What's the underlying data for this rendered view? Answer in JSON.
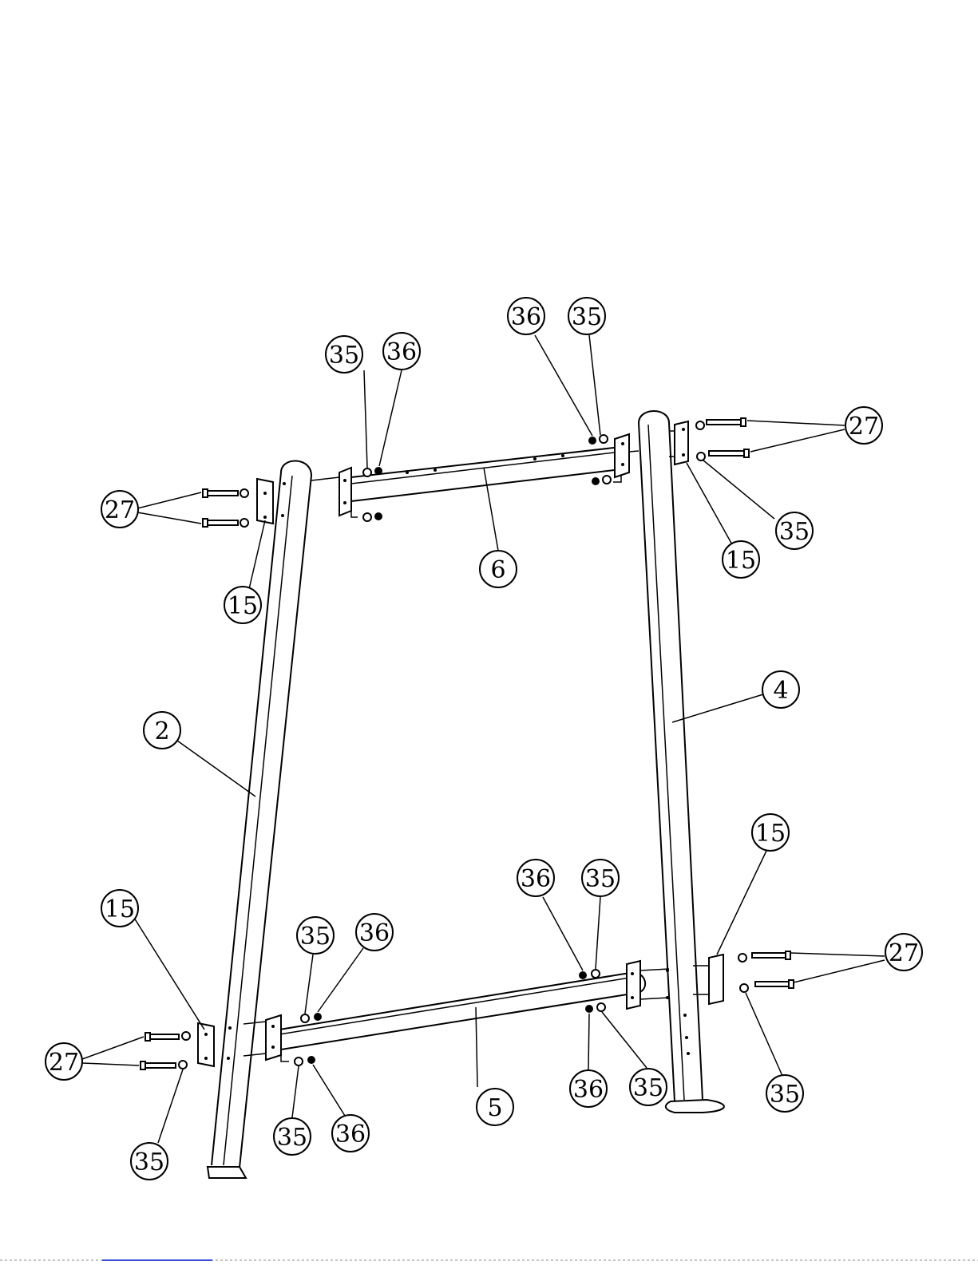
{
  "diagram": {
    "callouts": [
      {
        "id": "c-35-top-left",
        "label": "35"
      },
      {
        "id": "c-36-top-left",
        "label": "36"
      },
      {
        "id": "c-36-top-right",
        "label": "36"
      },
      {
        "id": "c-35-top-right",
        "label": "35"
      },
      {
        "id": "c-27-upper-left",
        "label": "27"
      },
      {
        "id": "c-27-upper-right",
        "label": "27"
      },
      {
        "id": "c-35-upper-right",
        "label": "35"
      },
      {
        "id": "c-15-upper-right",
        "label": "15"
      },
      {
        "id": "c-15-upper-left",
        "label": "15"
      },
      {
        "id": "c-6",
        "label": "6"
      },
      {
        "id": "c-4",
        "label": "4"
      },
      {
        "id": "c-2",
        "label": "2"
      },
      {
        "id": "c-15-lower-right",
        "label": "15"
      },
      {
        "id": "c-36-mid-right",
        "label": "36"
      },
      {
        "id": "c-35-mid-right",
        "label": "35"
      },
      {
        "id": "c-15-lower-left",
        "label": "15"
      },
      {
        "id": "c-35-lower-mid",
        "label": "35"
      },
      {
        "id": "c-36-lower-mid",
        "label": "36"
      },
      {
        "id": "c-27-lower-right",
        "label": "27"
      },
      {
        "id": "c-27-lower-left",
        "label": "27"
      },
      {
        "id": "c-36-bottom-right",
        "label": "36"
      },
      {
        "id": "c-35-bottom-right",
        "label": "35"
      },
      {
        "id": "c-35-bottom-far-right",
        "label": "35"
      },
      {
        "id": "c-5",
        "label": "5"
      },
      {
        "id": "c-35-bottom-mid",
        "label": "35"
      },
      {
        "id": "c-36-bottom-mid",
        "label": "36"
      },
      {
        "id": "c-35-bottom-left",
        "label": "35"
      }
    ]
  }
}
